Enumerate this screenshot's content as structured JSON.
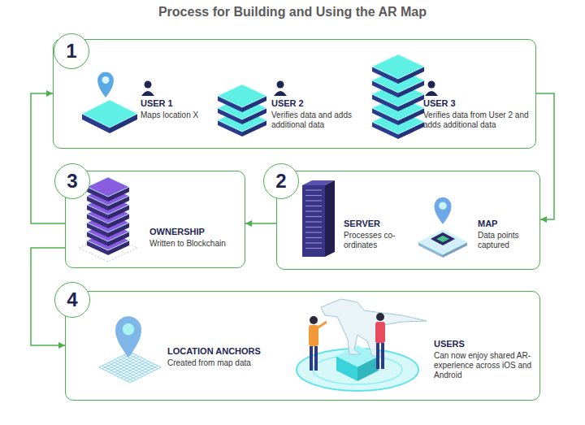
{
  "diagram": {
    "title": "Process for Building and Using the AR Map",
    "nodes": [
      {
        "text": [
          "1"
        ]
      },
      {
        "text": [
          "USER 1",
          "Maps location X"
        ],
        "in": 0
      },
      {
        "text": [
          "USER 2",
          "Verifies data and adds additional data"
        ],
        "in": 0
      },
      {
        "text": [
          "USER 3",
          "Verifies data from User 2 and adds additional data"
        ],
        "in": 0
      },
      {
        "text": [
          "2"
        ]
      },
      {
        "text": [
          "SERVER",
          "Processes co-ordinates"
        ],
        "in": 4
      },
      {
        "text": [
          "MAP",
          "Data points captured"
        ],
        "in": 4
      },
      {
        "text": [
          "3"
        ]
      },
      {
        "text": [
          "OWNERSHIP",
          "Written to Blockchain"
        ],
        "in": 7
      },
      {
        "text": [
          "4"
        ]
      },
      {
        "text": [
          "LOCATION ANCHORS",
          "Created from map data"
        ],
        "in": 9
      },
      {
        "text": [
          "USERS",
          "Can now enjoy shared AR-experience across iOS and Android"
        ],
        "in": 9
      }
    ],
    "edges": [
      {
        "from": 0,
        "to": 4,
        "arrow": "to"
      },
      {
        "from": 4,
        "to": 7,
        "arrow": "to"
      },
      {
        "from": 7,
        "to": 0,
        "arrow": "to"
      },
      {
        "from": 7,
        "to": 9,
        "arrow": "to"
      }
    ]
  }
}
